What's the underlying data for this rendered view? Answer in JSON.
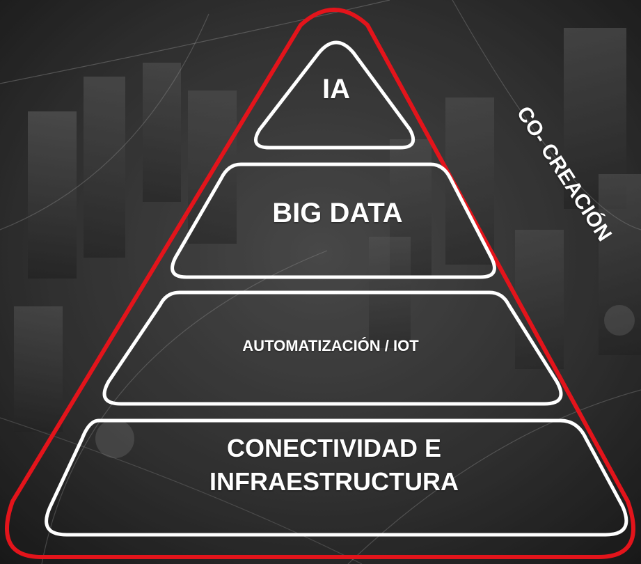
{
  "colors": {
    "outline_accent": "#e3141b",
    "tier_border": "#ffffff",
    "text": "#ffffff"
  },
  "pyramid": {
    "side_label": "CO- CREACIÓN",
    "tiers": [
      {
        "label": "IA"
      },
      {
        "label": "BIG DATA"
      },
      {
        "label": "AUTOMATIZACIÓN / IOT"
      },
      {
        "label": "CONECTIVIDAD E INFRAESTRUCTURA"
      }
    ]
  }
}
